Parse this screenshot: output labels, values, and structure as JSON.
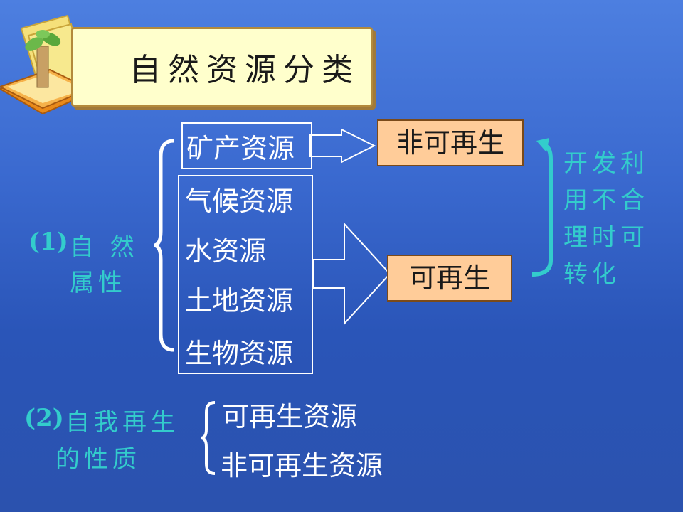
{
  "title": "自然资源分类",
  "section1": {
    "label": "(1)",
    "text_line1": "自 然",
    "text_line2": "属性",
    "items": [
      "矿产资源",
      "气候资源",
      "水资源",
      "土地资源",
      "生物资源"
    ],
    "results": [
      "非可再生",
      "可再生"
    ],
    "note_lines": [
      "开发利",
      "用不合",
      "理时可",
      "转化"
    ]
  },
  "section2": {
    "label": "(2)",
    "text_line1": "自我再生",
    "text_line2": "的性质",
    "items": [
      "可再生资源",
      "非可再生资源"
    ]
  },
  "colors": {
    "teal": "#33cccc",
    "result_fill": "#ffcc99",
    "banner_fill": "#ffffcc"
  }
}
